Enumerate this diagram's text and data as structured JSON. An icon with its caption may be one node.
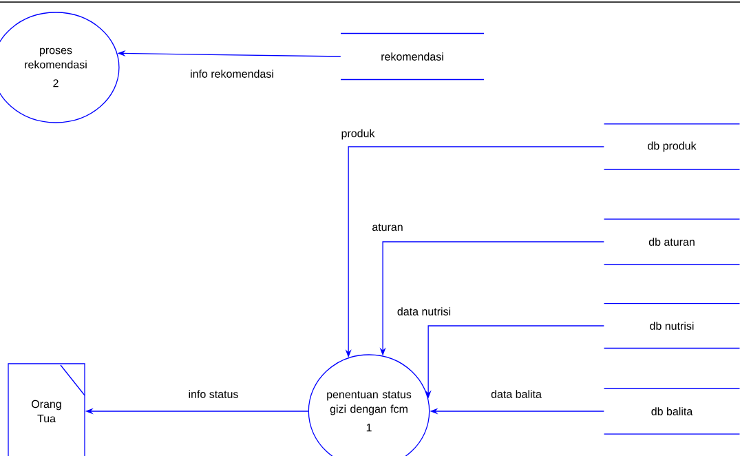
{
  "diagram": {
    "nodes": [
      {
        "text": [
          "proses rekomendasi",
          "2"
        ]
      },
      {
        "text": [
          "rekomendasi"
        ]
      },
      {
        "text": [
          "db produk"
        ]
      },
      {
        "text": [
          "db aturan"
        ]
      },
      {
        "text": [
          "db nutrisi"
        ]
      },
      {
        "text": [
          "db balita"
        ]
      },
      {
        "text": [
          "penentuan status gizi dengan fcm",
          "1"
        ]
      },
      {
        "text": [
          "Orang Tua"
        ]
      }
    ],
    "edges": [
      {
        "from": 1,
        "to": 0,
        "arrow": "to",
        "label": "info rekomendasi"
      },
      {
        "from": 2,
        "to": 6,
        "arrow": "to",
        "label": "produk"
      },
      {
        "from": 3,
        "to": 6,
        "arrow": "to",
        "label": "aturan"
      },
      {
        "from": 4,
        "to": 6,
        "arrow": "to",
        "label": "data nutrisi"
      },
      {
        "from": 5,
        "to": 6,
        "arrow": "to",
        "label": "data balita"
      },
      {
        "from": 6,
        "to": 7,
        "arrow": "to",
        "label": "info status"
      }
    ]
  }
}
